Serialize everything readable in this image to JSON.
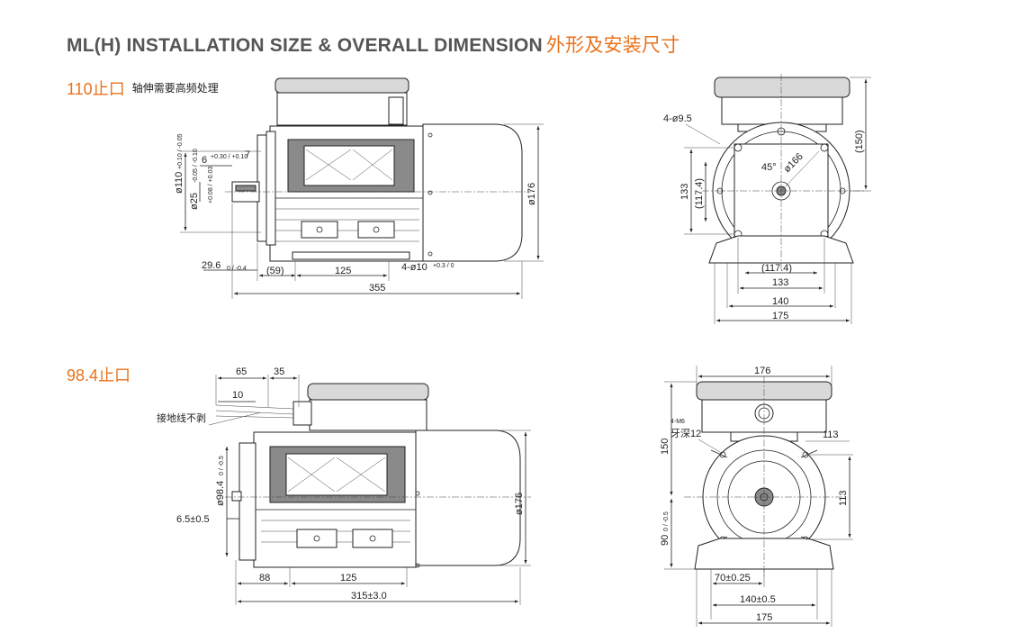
{
  "header": {
    "title_en": "ML(H) INSTALLATION SIZE & OVERALL DIMENSION",
    "title_cn": "外形及安装尺寸"
  },
  "section1": {
    "label": "110止口",
    "note": "轴伸需要高频处理",
    "side": {
      "d_flange": "ø110",
      "d_flange_tol": "+0.10 / -0.05",
      "d_shaft": "ø25",
      "d_shaft_tol": "-0.05 / -0.10",
      "shaft_tol2": "+0.08 / +0.03",
      "d_keyway": "6",
      "d_keyway_tol": "+0.30 / +0.10",
      "d_7": "7",
      "d_29_6": "29.6",
      "d_29_6_tol": "0 / -0.4",
      "d_59": "(59)",
      "d_125": "125",
      "d_holes": "4-ø10",
      "d_holes_tol": "+0.3 / 0",
      "d_355": "355",
      "d_176": "ø176"
    },
    "front": {
      "d_holes": "4-ø9.5",
      "d_angle": "45°",
      "d_pcd": "ø166",
      "d_133v": "133",
      "d_117v": "(117.4)",
      "d_150": "(150)",
      "d_117h": "(117.4)",
      "d_133h": "133",
      "d_140": "140",
      "d_175": "175"
    }
  },
  "section2": {
    "label": "98.4止口",
    "side": {
      "d_65": "65",
      "d_35": "35",
      "d_10": "10",
      "ground": "接地线不剥",
      "d_98": "ø98.4",
      "d_98_tol": "0 / -0.5",
      "d_6_5": "6.5±0.5",
      "d_88": "88",
      "d_125": "125",
      "d_315": "315±3.0",
      "d_176": "ø176"
    },
    "front": {
      "d_176": "176",
      "d_m6": "4-M6",
      "d_depth": "牙深12",
      "d_113a": "113",
      "d_113b": "113",
      "d_150": "150",
      "d_90": "90",
      "d_90_tol": "0 / -0.5",
      "d_70": "70±0.25",
      "d_140": "140±0.5",
      "d_175": "175"
    }
  }
}
